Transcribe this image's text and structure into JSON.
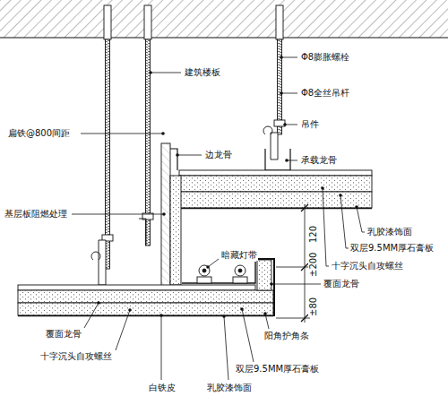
{
  "diagram": {
    "labels": [
      "建筑楼板",
      "Φ8膨胀螺栓",
      "Φ8全丝吊杆",
      "吊件",
      "扁铁@800间距",
      "边龙骨",
      "承载龙骨",
      "基层板阻燃处理",
      "乳胶漆饰面",
      "双层9.5MM厚石膏板",
      "十字沉头自攻螺丝",
      "暗藏灯带",
      "120",
      "±200",
      "覆面龙骨",
      "±80",
      "覆面龙骨",
      "阳角护角条",
      "十字沉头自攻螺丝",
      "双层9.5MM厚石膏板",
      "白铁皮",
      "乳胶漆饰面"
    ]
  }
}
